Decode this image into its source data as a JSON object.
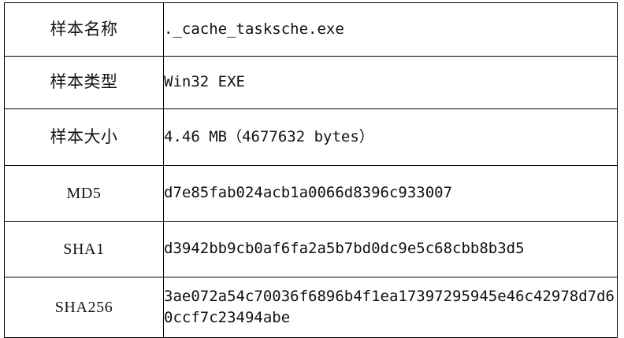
{
  "table": {
    "rows": [
      {
        "label": "样本名称",
        "label_kind": "cjk",
        "value": "._cache_tasksche.exe",
        "name": "sample-name"
      },
      {
        "label": "样本类型",
        "label_kind": "cjk",
        "value": "Win32 EXE",
        "name": "sample-type"
      },
      {
        "label": "样本大小",
        "label_kind": "cjk",
        "value": "4.46 MB（4677632 bytes）",
        "name": "sample-size"
      },
      {
        "label": "MD5",
        "label_kind": "latin",
        "value": "d7e85fab024acb1a0066d8396c933007",
        "name": "sample-md5"
      },
      {
        "label": "SHA1",
        "label_kind": "latin",
        "value": "d3942bb9cb0af6fa2a5b7bd0dc9e5c68cbb8b3d5",
        "name": "sample-sha1"
      },
      {
        "label": "SHA256",
        "label_kind": "latin",
        "value": "3ae072a54c70036f6896b4f1ea17397295945e46c42978d7d60ccf7c23494abe",
        "name": "sample-sha256"
      }
    ]
  },
  "colors": {
    "border": "#000000",
    "background": "#ffffff",
    "text": "#111111"
  }
}
